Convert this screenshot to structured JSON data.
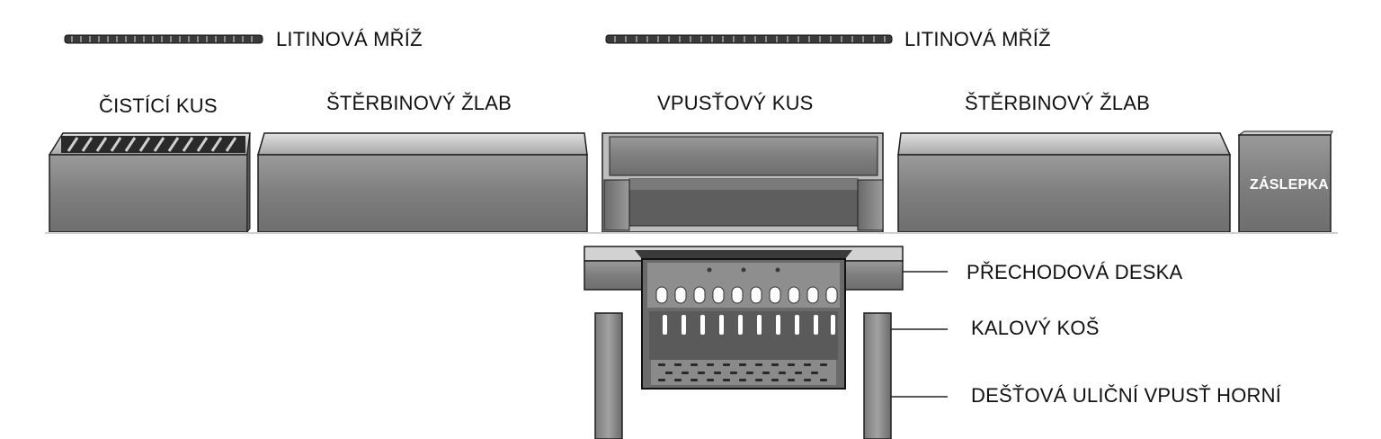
{
  "grates": [
    {
      "label": "LITINOVÁ MŘÍŽ"
    },
    {
      "label": "LITINOVÁ MŘÍŽ"
    }
  ],
  "components": [
    {
      "label": "ČISTÍCÍ KUS"
    },
    {
      "label": "ŠTĚRBINOVÝ ŽLAB"
    },
    {
      "label": "VPUSŤOVÝ KUS"
    },
    {
      "label": "ŠTĚRBINOVÝ ŽLAB"
    },
    {
      "label": "ZÁSLEPKA"
    }
  ],
  "callouts": [
    {
      "label": "PŘECHODOVÁ DESKA"
    },
    {
      "label": "KALOVÝ KOŠ"
    },
    {
      "label": "DEŠŤOVÁ ULIČNÍ VPUSŤ HORNÍ"
    }
  ],
  "colors": {
    "metal_dark": "#5a5a5a",
    "metal_mid": "#8a8a8a",
    "metal_light": "#c4c4c4",
    "outline": "#1e1e1e"
  }
}
